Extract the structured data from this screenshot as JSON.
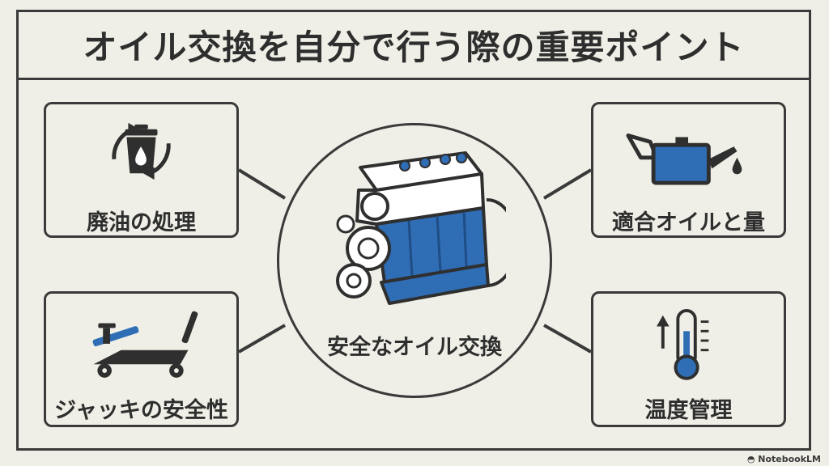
{
  "title": "オイル交換を自分で行う際の重要ポイント",
  "center": {
    "label": "安全なオイル交換",
    "icon": "engine-icon"
  },
  "cards": {
    "top_left": {
      "label": "廃油の処理",
      "icon": "recycle-bin-icon"
    },
    "bottom_left": {
      "label": "ジャッキの安全性",
      "icon": "floor-jack-icon"
    },
    "top_right": {
      "label": "適合オイルと量",
      "icon": "oil-can-icon"
    },
    "bottom_right": {
      "label": "温度管理",
      "icon": "thermometer-icon"
    }
  },
  "watermark": "NotebookLM",
  "colors": {
    "accent": "#2f6db5",
    "stroke": "#3a3a3a",
    "background": "#f0efe7"
  }
}
